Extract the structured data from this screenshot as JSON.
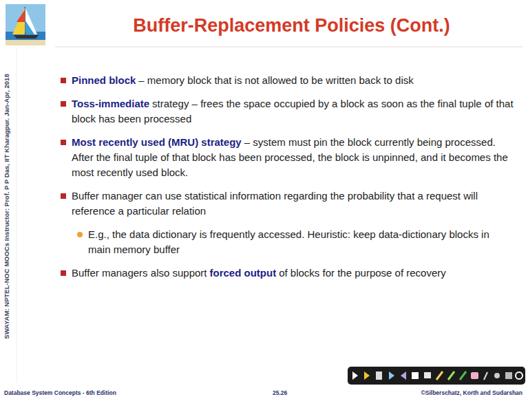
{
  "diagram": {
    "title": "Buffer-Replacement Policies (Cont.)",
    "labels": [
      "SWAYAM: NPTEL-NOC MOOCs Instructor: Prof. P P Das, IIT Kharagpur. Jan-Apr, 2018",
      "Pinned block",
      "– memory block that is not allowed to be written back to disk",
      "Toss-immediate",
      "strategy – frees the space occupied by a block as soon as the final tuple of that block has been processed",
      "Most recently used (MRU) strategy",
      "– system must pin the block currently being processed. After the final tuple of that block has been processed, the block is unpinned, and it becomes the most recently used block.",
      "Buffer manager can use statistical information regarding the probability that a request will reference a particular relation",
      "E.g., the data dictionary is frequently accessed. Heuristic: keep data-dictionary blocks in main memory buffer",
      "Buffer managers also support",
      "forced output",
      "of blocks for the purpose of recovery",
      "Database System Concepts - 6th Edition",
      "25.26",
      "©Silberschatz, Korth and Sudarshan"
    ]
  }
}
